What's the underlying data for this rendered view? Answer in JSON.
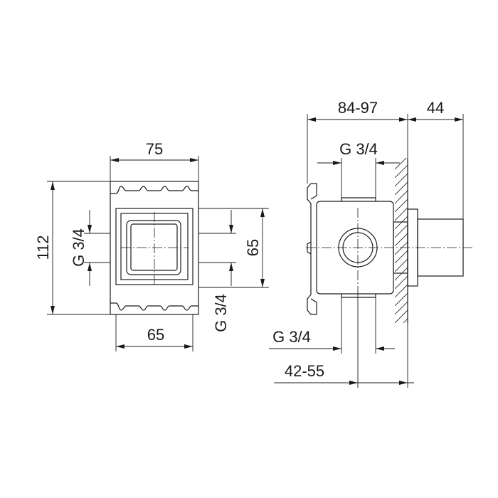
{
  "front_view": {
    "width_top": "75",
    "width_bottom": "65",
    "height_total": "112",
    "height_inner": "65",
    "thread_left": "G 3/4",
    "thread_bottom": "G 3/4"
  },
  "side_view": {
    "depth_range": "84-97",
    "depth_cap": "44",
    "thread_top": "G 3/4",
    "thread_bottom": "G 3/4",
    "depth_lower": "42-55"
  }
}
